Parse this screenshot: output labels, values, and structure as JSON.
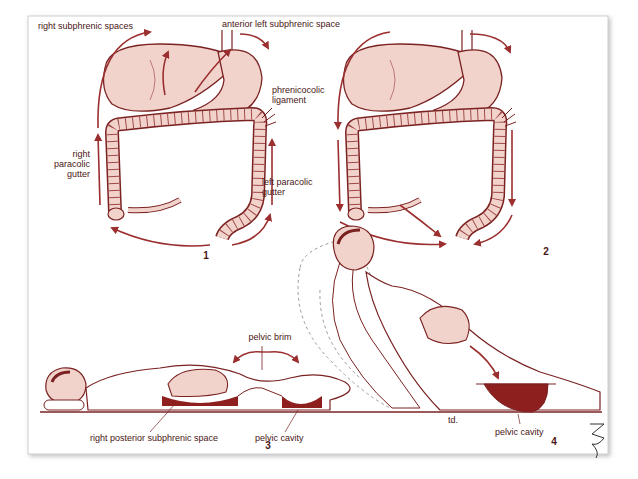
{
  "diagram": {
    "labels": [
      "right subphrenic spaces",
      "anterior left subphrenic space",
      "phrenicocolic ligament",
      "right paracolic gutter",
      "left paracolic gutter",
      "1",
      "2",
      "pelvic brim",
      "right posterior subphrenic space",
      "pelvic cavity",
      "pelvic cavity",
      "3",
      "4",
      "td."
    ]
  }
}
